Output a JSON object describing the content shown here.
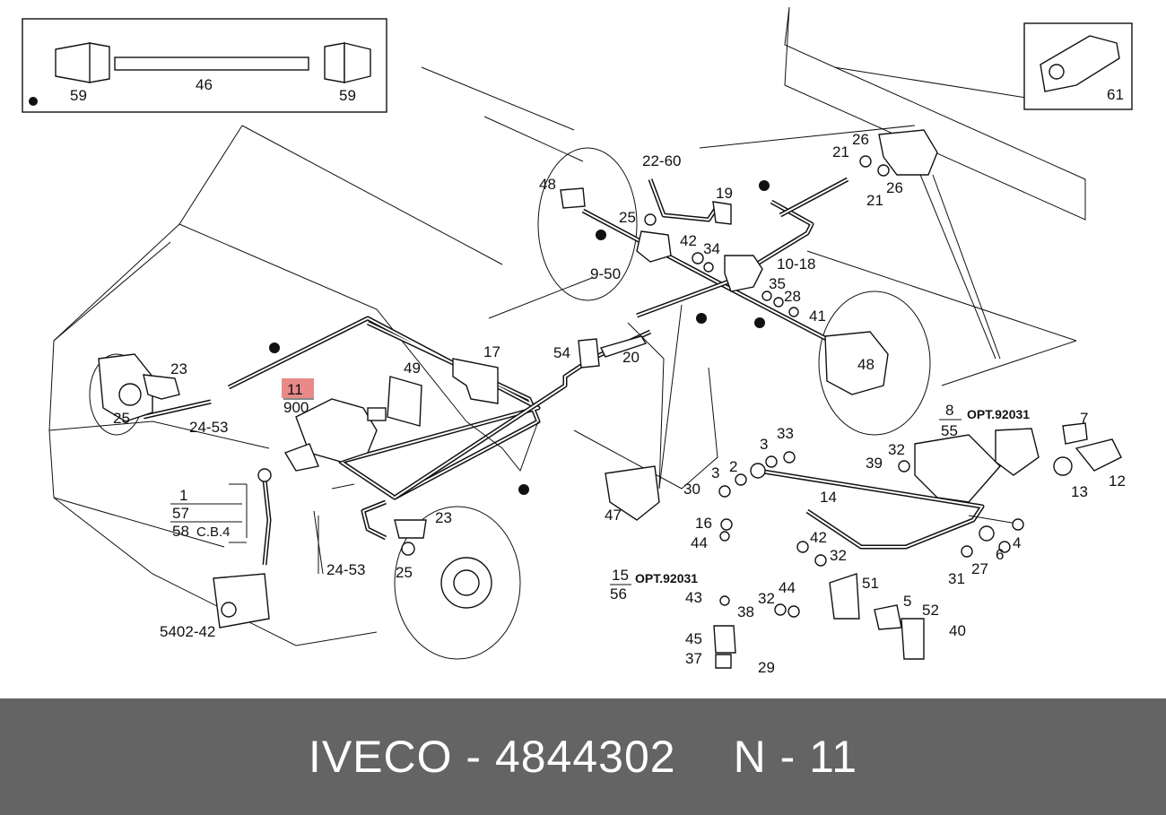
{
  "colors": {
    "background": "#ffffff",
    "footer_bg": "#646464",
    "footer_text": "#ffffff",
    "highlight": "#e88a8a",
    "ink": "#111111"
  },
  "inset_left": {
    "labels": {
      "left": "59",
      "middle": "46",
      "right": "59"
    }
  },
  "inset_right": {
    "label": "61"
  },
  "labels": {
    "l_22_60": "22-60",
    "l_48_top": "48",
    "l_19": "19",
    "l_25_top": "25",
    "l_42_top": "42",
    "l_34": "34",
    "l_9_50": "9-50",
    "l_10_18": "10-18",
    "l_35": "35",
    "l_28": "28",
    "l_41": "41",
    "l_48_right": "48",
    "l_21_a": "21",
    "l_26_a": "26",
    "l_26_b": "26",
    "l_21_b": "21",
    "l_17": "17",
    "l_49": "49",
    "l_54": "54",
    "l_20": "20",
    "l_23_left": "23",
    "l_25_left": "25",
    "l_24_53_left": "24-53",
    "l_11": "11",
    "l_900": "900",
    "l_1": "1",
    "l_57": "57",
    "l_58": "58",
    "l_cb4": "C.B.4",
    "l_5402_42": "5402-42",
    "l_23_bottom": "23",
    "l_24_53_bottom": "24-53",
    "l_25_bottom": "25",
    "l_47": "47",
    "l_3_a": "3",
    "l_33": "33",
    "l_3_b": "3",
    "l_2": "2",
    "l_30": "30",
    "l_16": "16",
    "l_44_a": "44",
    "l_14": "14",
    "l_15": "15",
    "l_56": "56",
    "l_opt_bottom": "OPT.92031",
    "l_43": "43",
    "l_38": "38",
    "l_32_a": "32",
    "l_44_b": "44",
    "l_45": "45",
    "l_37": "37",
    "l_29": "29",
    "l_42_mid": "42",
    "l_32_b": "32",
    "l_51": "51",
    "l_5": "5",
    "l_52": "52",
    "l_40": "40",
    "l_31": "31",
    "l_27": "27",
    "l_6": "6",
    "l_4": "4",
    "l_8": "8",
    "l_55": "55",
    "l_opt_right": "OPT.92031",
    "l_7": "7",
    "l_39": "39",
    "l_32_c": "32",
    "l_13": "13",
    "l_12": "12"
  },
  "footer": {
    "part_ref": "IVECO - 4844302",
    "page_ref": "N - 11"
  }
}
